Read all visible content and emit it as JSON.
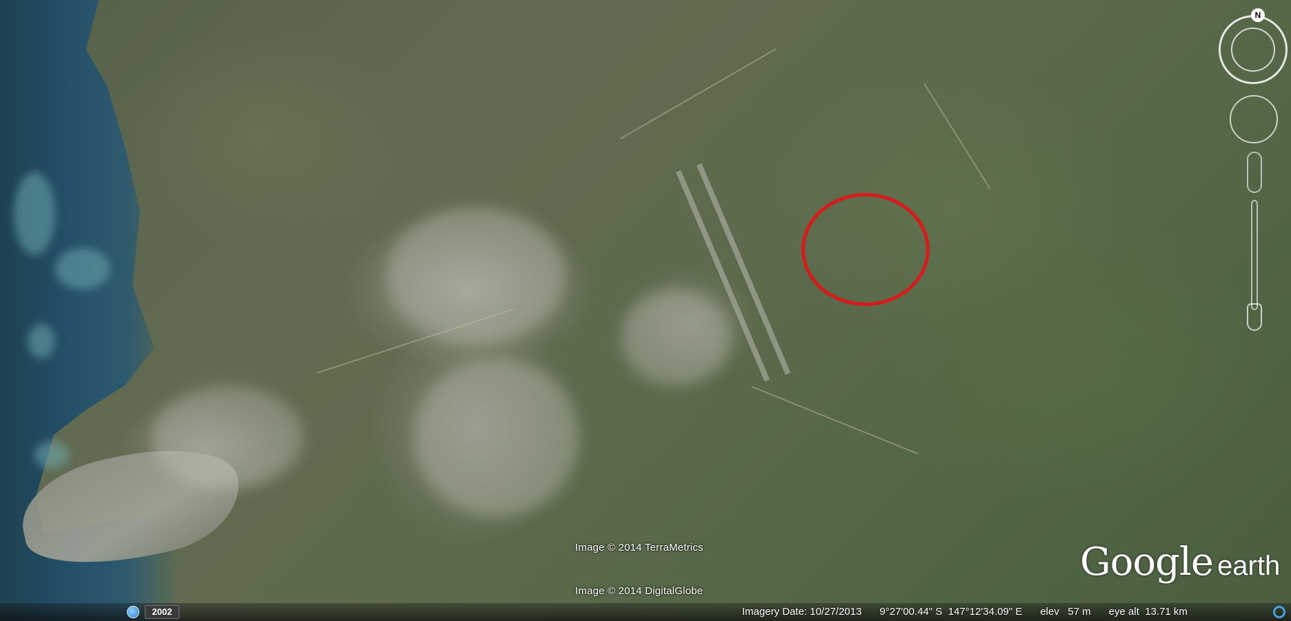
{
  "credits": {
    "terrametrics": "Image © 2014 TerraMetrics",
    "digitalglobe": "Image © 2014 DigitalGlobe"
  },
  "logo": {
    "google": "Google",
    "earth": "earth"
  },
  "navigation": {
    "north_label": "N"
  },
  "history": {
    "year": "2002"
  },
  "status": {
    "imagery_date": "Imagery Date: 10/27/2013",
    "coordinates": "9°27'00.44\" S  147°12'34.09\" E",
    "elevation": "elev   57 m",
    "eye_altitude": "eye alt  13.71 km"
  },
  "colors": {
    "highlight": "#d71a1a",
    "streaming_indicator": "#4aa3e0"
  }
}
